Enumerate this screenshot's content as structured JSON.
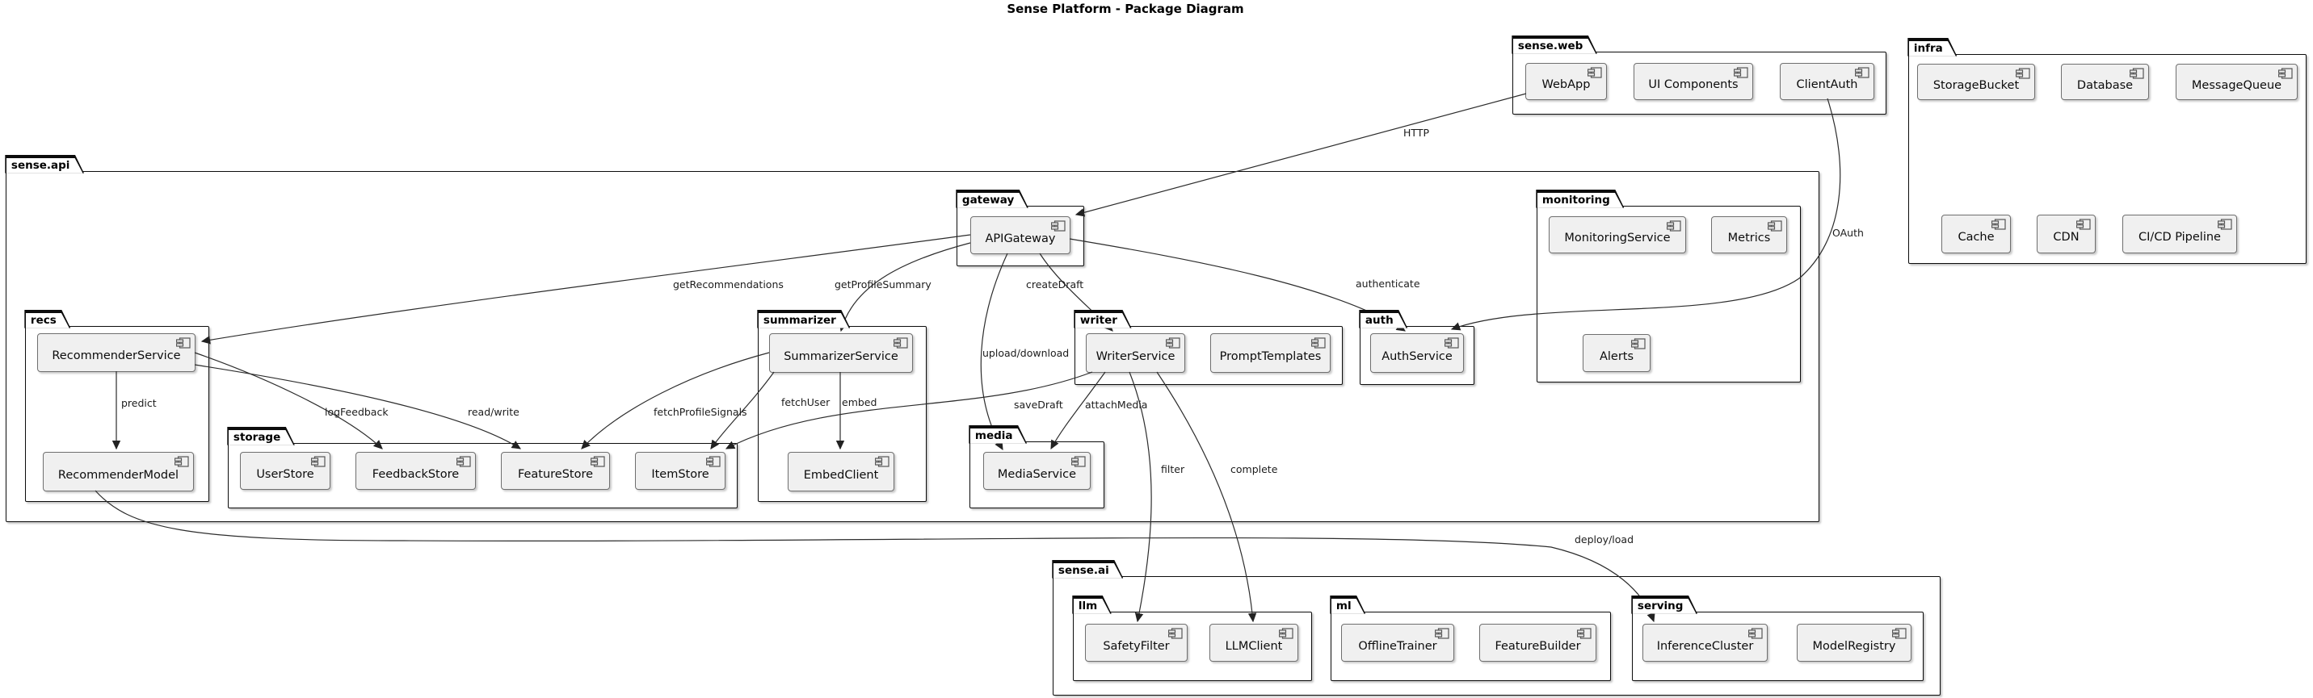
{
  "title": "Sense Platform - Package Diagram",
  "packages": {
    "sense_web": {
      "label": "sense.web",
      "components": [
        "WebApp",
        "UI Components",
        "ClientAuth"
      ]
    },
    "infra": {
      "label": "infra",
      "components": [
        "StorageBucket",
        "Database",
        "MessageQueue",
        "Cache",
        "CDN",
        "CI/CD Pipeline"
      ]
    },
    "sense_api": {
      "label": "sense.api"
    },
    "gateway": {
      "label": "gateway",
      "components": [
        "APIGateway"
      ]
    },
    "monitoring": {
      "label": "monitoring",
      "components": [
        "MonitoringService",
        "Metrics",
        "Alerts"
      ]
    },
    "recs": {
      "label": "recs",
      "components": [
        "RecommenderService",
        "RecommenderModel"
      ]
    },
    "summarizer": {
      "label": "summarizer",
      "components": [
        "SummarizerService",
        "EmbedClient"
      ]
    },
    "writer": {
      "label": "writer",
      "components": [
        "WriterService",
        "PromptTemplates"
      ]
    },
    "auth": {
      "label": "auth",
      "components": [
        "AuthService"
      ]
    },
    "storage": {
      "label": "storage",
      "components": [
        "UserStore",
        "FeedbackStore",
        "FeatureStore",
        "ItemStore"
      ]
    },
    "media": {
      "label": "media",
      "components": [
        "MediaService"
      ]
    },
    "sense_ai": {
      "label": "sense.ai"
    },
    "llm": {
      "label": "llm",
      "components": [
        "SafetyFilter",
        "LLMClient"
      ]
    },
    "ml": {
      "label": "ml",
      "components": [
        "OfflineTrainer",
        "FeatureBuilder"
      ]
    },
    "serving": {
      "label": "serving",
      "components": [
        "InferenceCluster",
        "ModelRegistry"
      ]
    }
  },
  "edges": [
    {
      "from": "WebApp",
      "to": "APIGateway",
      "label": "HTTP"
    },
    {
      "from": "ClientAuth",
      "to": "AuthService",
      "label": "OAuth"
    },
    {
      "from": "APIGateway",
      "to": "RecommenderService",
      "label": "getRecommendations"
    },
    {
      "from": "APIGateway",
      "to": "SummarizerService",
      "label": "getProfileSummary"
    },
    {
      "from": "APIGateway",
      "to": "WriterService",
      "label": "createDraft"
    },
    {
      "from": "APIGateway",
      "to": "AuthService",
      "label": "authenticate"
    },
    {
      "from": "APIGateway",
      "to": "MediaService",
      "label": "upload/download"
    },
    {
      "from": "RecommenderService",
      "to": "RecommenderModel",
      "label": "predict"
    },
    {
      "from": "RecommenderService",
      "to": "FeedbackStore",
      "label": "logFeedback"
    },
    {
      "from": "RecommenderService",
      "to": "FeatureStore",
      "label": "read/write"
    },
    {
      "from": "SummarizerService",
      "to": "FeatureStore",
      "label": "fetchProfileSignals"
    },
    {
      "from": "SummarizerService",
      "to": "ItemStore",
      "label": "fetchUser"
    },
    {
      "from": "SummarizerService",
      "to": "EmbedClient",
      "label": "embed"
    },
    {
      "from": "WriterService",
      "to": "ItemStore",
      "label": "saveDraft"
    },
    {
      "from": "WriterService",
      "to": "MediaService",
      "label": "attachMedia"
    },
    {
      "from": "WriterService",
      "to": "SafetyFilter",
      "label": "filter"
    },
    {
      "from": "WriterService",
      "to": "LLMClient",
      "label": "complete"
    },
    {
      "from": "RecommenderModel",
      "to": "InferenceCluster",
      "label": "deploy/load"
    }
  ]
}
